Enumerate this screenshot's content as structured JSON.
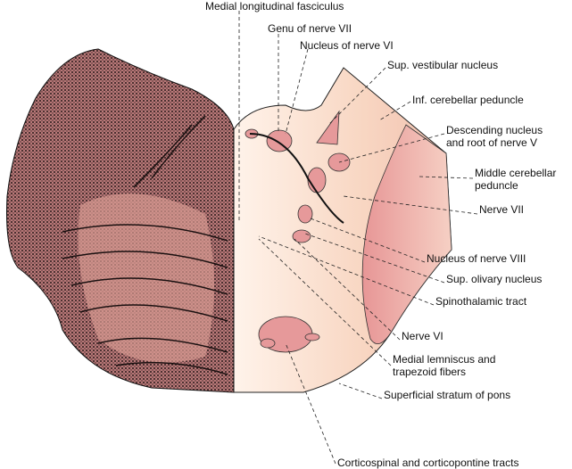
{
  "labels": {
    "mlf": "Medial longitudinal fasciculus",
    "genu_vii": "Genu of nerve VII",
    "nucleus_vi": "Nucleus of nerve VI",
    "sup_vestibular": "Sup. vestibular nucleus",
    "inf_cerebellar": "Inf. cerebellar peduncle",
    "desc_nucleus_1": "Descending nucleus",
    "desc_nucleus_2": "and root of nerve V",
    "middle_cerebellar_1": "Middle cerebellar",
    "middle_cerebellar_2": "peduncle",
    "nerve_vii": "Nerve VII",
    "nucleus_viii": "Nucleus of nerve VIII",
    "sup_olivary": "Sup. olivary nucleus",
    "spinothalamic": "Spinothalamic tract",
    "nerve_vi": "Nerve VI",
    "medial_lemniscus_1": "Medial lemniscus and",
    "medial_lemniscus_2": "trapezoid fibers",
    "superficial_stratum": "Superficial stratum of pons",
    "corticospinal": "Corticospinal and corticopontine tracts"
  },
  "colors": {
    "pale": "#fbe3d2",
    "pink": "#e9a3a0",
    "dark": "#3a2424"
  }
}
